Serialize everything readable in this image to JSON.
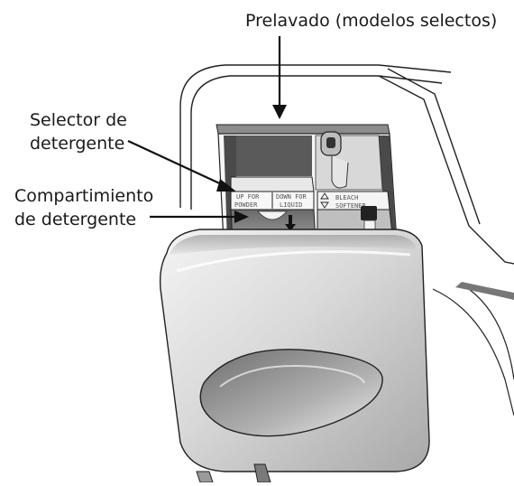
{
  "labels": {
    "prewash": "Prelavado (modelos selectos)",
    "selector_line1": "Selector de",
    "selector_line2": "detergente",
    "compartment_line1": "Compartimiento",
    "compartment_line2": "de detergente"
  },
  "panel_text": {
    "up_for": "UP FOR",
    "powder": "POWDER",
    "down_for": "DOWN FOR",
    "liquid": "LIQUID",
    "bleach": "BLEACH",
    "softener": "SOFTENER"
  }
}
